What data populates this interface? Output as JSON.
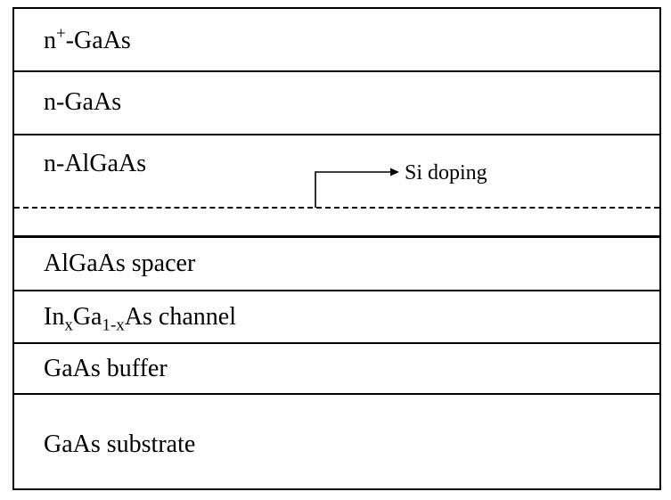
{
  "layers": {
    "n_plus_gaas": {
      "base": "n",
      "sup": "+",
      "rest": "-GaAs"
    },
    "n_gaas": "n-GaAs",
    "n_algaas": "n-AlGaAs",
    "algaas_spacer": "AlGaAs spacer",
    "channel": {
      "p1": "In",
      "s1": "x",
      "p2": "Ga",
      "s2": "1-x",
      "p3": "As channel"
    },
    "gaas_buffer": "GaAs buffer",
    "gaas_substrate": "GaAs substrate"
  },
  "annotation": {
    "si_doping": "Si doping"
  }
}
